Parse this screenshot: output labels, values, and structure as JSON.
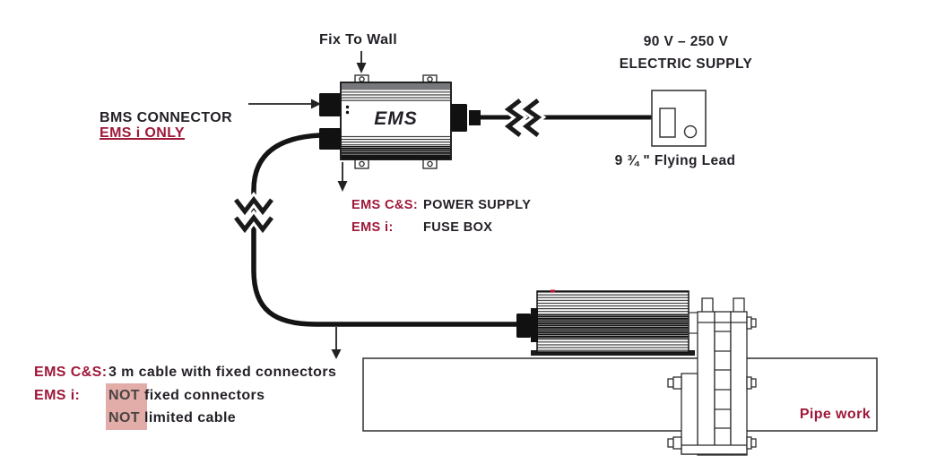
{
  "colors": {
    "accent_red": "#9E1838",
    "highlight_pink": "#E2ADA8",
    "ink": "#231F26",
    "cable_black": "#141414"
  },
  "wall_unit": {
    "device_label": "EMS",
    "fix_to_wall": "Fix To Wall"
  },
  "bms": {
    "title": "BMS CONNECTOR",
    "subtitle": "EMS i ONLY"
  },
  "supply": {
    "voltage": "90 V – 250 V",
    "title": "ELECTRIC SUPPLY",
    "flying_lead": "9 ¾ \"  Flying Lead"
  },
  "power_note": {
    "row1_prefix": "EMS C&S:",
    "row1_text": "POWER SUPPLY",
    "row2_prefix": "EMS i:",
    "row2_text": "FUSE BOX"
  },
  "cable_note": {
    "row1_prefix": "EMS C&S:",
    "row1_text": "3 m cable with fixed connectors",
    "row2_prefix": "EMS i:",
    "row2_not": "NOT",
    "row2_text": "fixed connectors",
    "row3_not": "NOT",
    "row3_text": "limited cable"
  },
  "pipe": {
    "label": "Pipe work"
  }
}
